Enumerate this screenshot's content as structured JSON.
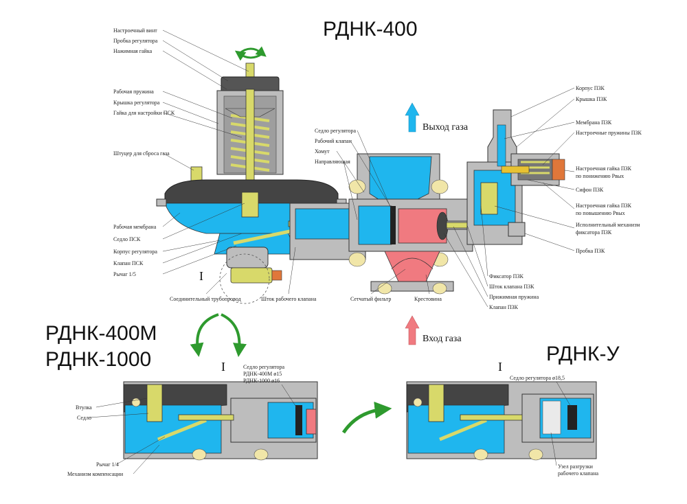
{
  "titles": {
    "main": "РДНК-400",
    "variant_a_line1": "РДНК-400М",
    "variant_a_line2": "РДНК-1000",
    "variant_b": "РДНК-У"
  },
  "flow": {
    "outlet": "Выход газа",
    "inlet": "Вход газа"
  },
  "detail_marks": {
    "main": "I",
    "inset_a": "I",
    "inset_b": "I"
  },
  "labels_left": [
    "Настроечный винт",
    "Пробка регулятора",
    "Нажимная гайка",
    "Рабочая пружина",
    "Крышка регулятора",
    "Гайка для настройки ПСК",
    "Штуцер для сброса газа",
    "Рабочая мембрана",
    "Седло ПСК",
    "Корпус регулятора",
    "Клапан ПСК",
    "Рычаг 1/5"
  ],
  "labels_center": [
    "Седло регулятора",
    "Рабочий клапан",
    "Хомут",
    "Направляющая"
  ],
  "labels_right": [
    "Корпус ПЗК",
    "Крышка ПЗК",
    "Мембрана ПЗК",
    "Настроечные пружины ПЗК",
    "Настроечная гайка ПЗК",
    "по понижению Pвых",
    "Сифон ПЗК",
    "Настроечная гайка ПЗК",
    "по повышению Pвых",
    "Исполнительный механизм",
    "фиксатора ПЗК",
    "Пробка ПЗК"
  ],
  "labels_bottom": [
    "Соединительный трубопровод",
    "Шток рабочего клапана",
    "Сетчатый фильтр",
    "Крестовина",
    "Фиксатор ПЗК",
    "Шток клапана ПЗК",
    "Прижимная пружина",
    "Клапан ПЗК"
  ],
  "inset_a_labels": {
    "seat_title": "Седло регулятора",
    "seat_400m": "РДНК-400М ø15",
    "seat_1000": "РДНК-1000 ø16",
    "bushing": "Втулка",
    "seat": "Седло",
    "lever": "Рычаг 1/4",
    "compensation": "Механизм компенсации"
  },
  "inset_b_labels": {
    "seat": "Седло регулятора ø18,5",
    "unload_line1": "Узел разгрузки",
    "unload_line2": "рабочего клапана"
  },
  "colors": {
    "outlet_arrow": "#1fb6ee",
    "inlet_arrow": "#f07a80",
    "rotate_arrow": "#2e9a2e",
    "body": "#bdbdbd",
    "outlet_gas": "#1fb6ee",
    "inlet_gas": "#f07a80"
  }
}
